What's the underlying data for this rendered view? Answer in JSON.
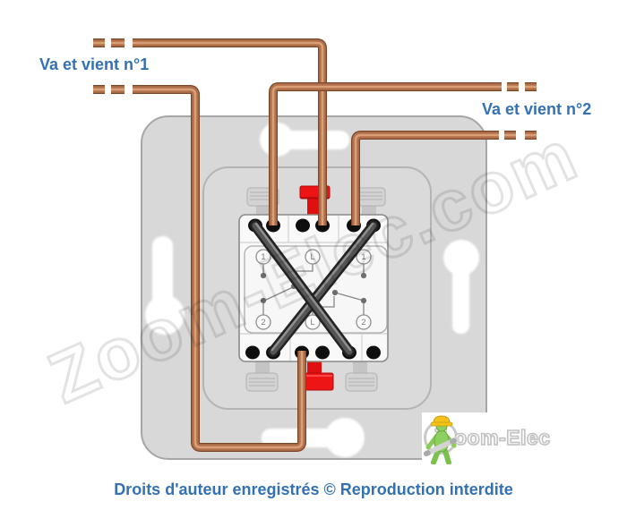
{
  "labels": {
    "switch1": "Va et vient n°1",
    "switch2": "Va et vient n°2"
  },
  "caption": "Droits d'auteur enregistrés © Reproduction interdite",
  "watermark": "Zoom-Elec.com",
  "logo": {
    "z": "Z",
    "rest": "oom-Elec"
  },
  "schematic": {
    "top": [
      "1",
      "L",
      "1"
    ],
    "bottom": [
      "2",
      "L",
      "2"
    ]
  },
  "colors": {
    "wire_copper": "#b1714c",
    "cable_dark": "#555555",
    "clip_red": "#ed1515",
    "label_blue": "#3371b4",
    "plate_gray": "#d8d8d8"
  }
}
